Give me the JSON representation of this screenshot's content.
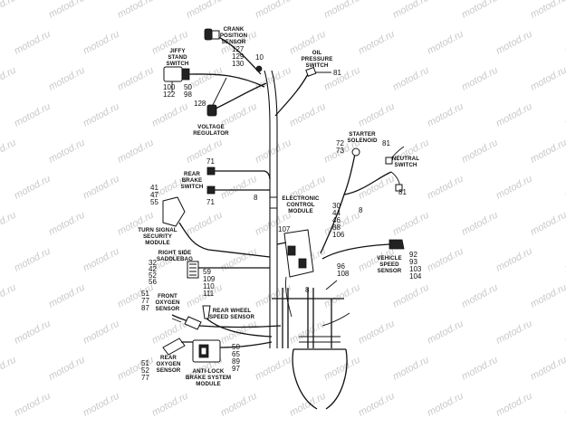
{
  "watermark": "motod.ru",
  "labels": {
    "crank_position_sensor": [
      "CRANK",
      "POSITION",
      "SENSOR"
    ],
    "jiffy_stand_switch": [
      "JIFFY",
      "STAND",
      "SWITCH"
    ],
    "oil_pressure_switch": [
      "OIL",
      "PRESSURE",
      "SWITCH"
    ],
    "voltage_regulator": [
      "VOLTAGE",
      "REGULATOR"
    ],
    "starter_solenoid": [
      "STARTER",
      "SOLENOID"
    ],
    "neutral_switch": [
      "NEUTRAL",
      "SWITCH"
    ],
    "rear_brake_switch": [
      "REAR",
      "BRAKE",
      "SWITCH"
    ],
    "electronic_control_module": [
      "ELECTRONIC",
      "CONTROL",
      "MODULE"
    ],
    "turn_signal_security_module": [
      "TURN SIGNAL",
      "SECURITY",
      "MODULE"
    ],
    "right_side_saddlebag": [
      "RIGHT SIDE",
      "SADDLEBAG"
    ],
    "vehicle_speed_sensor": [
      "VEHICLE",
      "SPEED",
      "SENSOR"
    ],
    "front_oxygen_sensor": [
      "FRONT",
      "OXYGEN",
      "SENSOR"
    ],
    "rear_wheel_speed_sensor": [
      "REAR WHEEL",
      "SPEED SENSOR"
    ],
    "rear_oxygen_sensor": [
      "REAR",
      "OXYGEN",
      "SENSOR"
    ],
    "anti_lock_brake_system_module": [
      "ANTI-LOCK",
      "BRAKE SYSTEM",
      "MODULE"
    ]
  },
  "callouts": {
    "crank": [
      "127",
      "129",
      "130"
    ],
    "ten": "10",
    "jiffy": [
      "100",
      "122"
    ],
    "jiffy_right": [
      "50",
      "98"
    ],
    "regulator": "128",
    "oil": "81",
    "starter": [
      "72",
      "73"
    ],
    "neutral_top": "81",
    "neutral_bottom": "81",
    "brake_top": "71",
    "brake_bottom": "71",
    "brake_eight": "8",
    "ecm": [
      "30",
      "44",
      "46",
      "88",
      "106"
    ],
    "ecm_eight": "8",
    "turn_signal": [
      "41",
      "47",
      "55"
    ],
    "seven": "107",
    "saddlebag": [
      "32",
      "42",
      "52",
      "56"
    ],
    "saddle_right": [
      "59",
      "109",
      "110",
      "111"
    ],
    "vss": [
      "92",
      "93",
      "103",
      "104"
    ],
    "mid": [
      "96",
      "108"
    ],
    "mid_eight": "8",
    "front_o2": [
      "51",
      "77",
      "87"
    ],
    "abs": [
      "50",
      "65",
      "89",
      "97"
    ],
    "rear_o2": [
      "51",
      "52",
      "77"
    ]
  }
}
